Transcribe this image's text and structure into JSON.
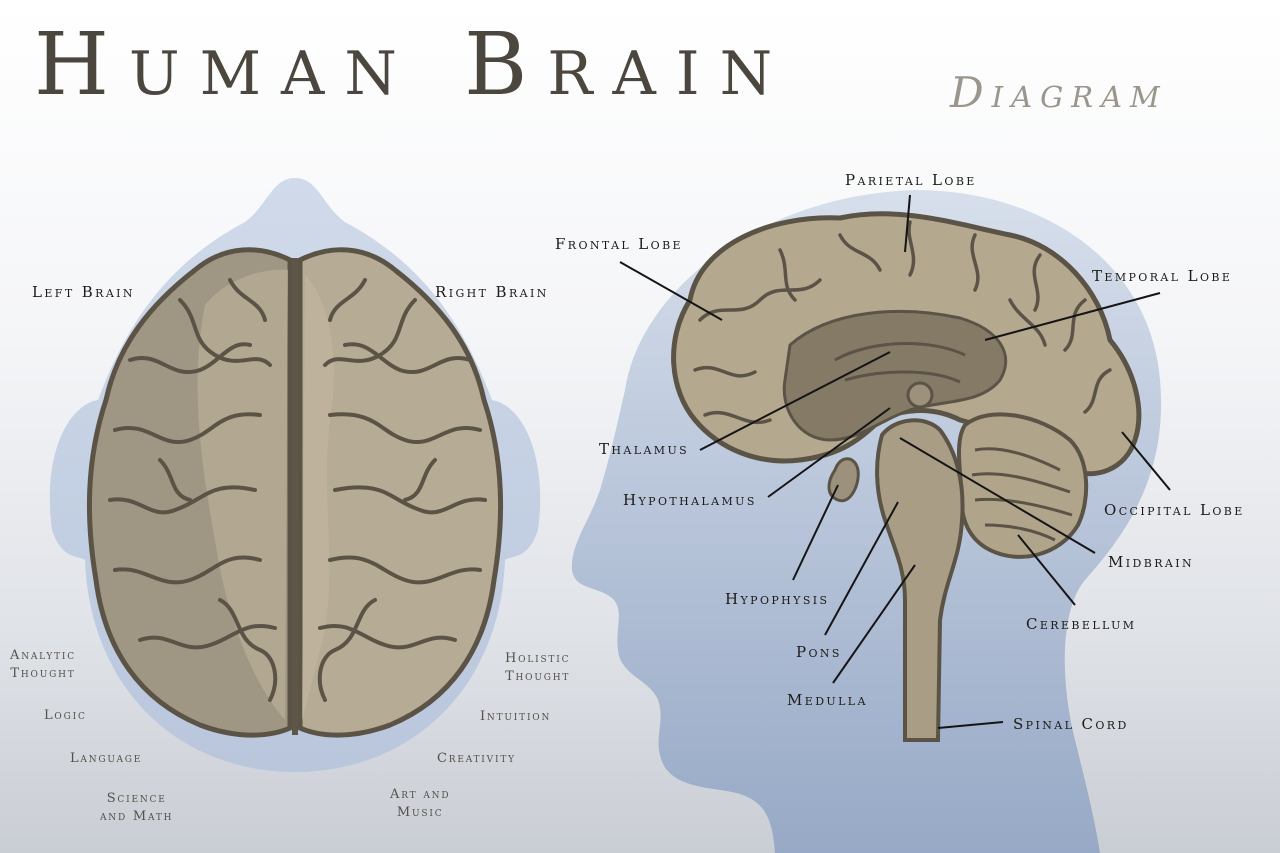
{
  "header": {
    "title": "Human Brain",
    "subtitle": "Diagram"
  },
  "top_view": {
    "left_label": "Left Brain",
    "right_label": "Right Brain"
  },
  "left_traits": [
    {
      "line1": "Analytic",
      "line2": "Thought"
    },
    {
      "line1": "Logic",
      "line2": ""
    },
    {
      "line1": "Language",
      "line2": ""
    },
    {
      "line1": "Science",
      "line2": "and Math"
    }
  ],
  "right_traits": [
    {
      "line1": "Holistic",
      "line2": "Thought"
    },
    {
      "line1": "Intuition",
      "line2": ""
    },
    {
      "line1": "Creativity",
      "line2": ""
    },
    {
      "line1": "Art and",
      "line2": "Music"
    }
  ],
  "side_view_labels": {
    "parietal_lobe": "Parietal Lobe",
    "frontal_lobe": "Frontal Lobe",
    "temporal_lobe": "Temporal Lobe",
    "thalamus": "Thalamus",
    "hypothalamus": "Hypothalamus",
    "occipital_lobe": "Occipital Lobe",
    "midbrain": "Midbrain",
    "hypophysis": "Hypophysis",
    "cerebellum": "Cerebellum",
    "pons": "Pons",
    "medulla": "Medulla",
    "spinal_cord": "Spinal Cord"
  },
  "colors": {
    "title": "#4b463e",
    "subtitle": "#9b968b",
    "head_silhouette": "#b8c5dc",
    "brain_tissue": "#b1a58d",
    "brain_shadow": "#837a67",
    "brain_outline": "#5b5446",
    "label_text": "#1c1b19"
  }
}
